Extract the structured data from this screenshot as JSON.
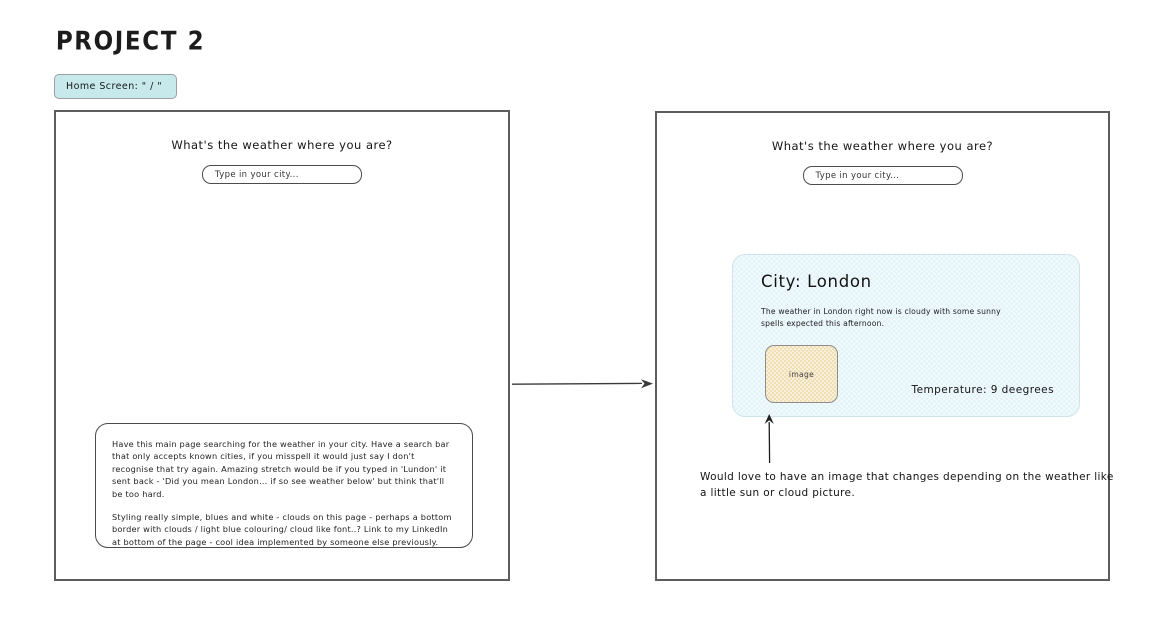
{
  "page": {
    "title": "PROJECT 2"
  },
  "screen_tag": {
    "label": "Home Screen: \" / \""
  },
  "shared": {
    "heading": "What's the weather where you are?",
    "search_placeholder": "Type in your city..."
  },
  "left_panel": {
    "name": "home-screen-wireframe",
    "notes": {
      "paragraph_1": "Have this main page searching for the weather in your city. Have a search bar that only accepts known cities, if you misspell it would just say I don't recognise that try again. Amazing stretch would be if you typed in 'Lundon' it sent back - 'Did you mean London... if so see weather below' but think that'll be too hard.",
      "paragraph_2": "Styling really simple, blues and white - clouds on this page - perhaps a bottom border with clouds / light blue colouring/ cloud like font..? Link to my LinkedIn at bottom of the page - cool idea implemented by someone else previously."
    }
  },
  "right_panel": {
    "name": "weather-result-wireframe",
    "weather_card": {
      "city_label": "City: London",
      "description": "The weather in London right now is cloudy with some sunny spells expected this afternoon.",
      "image_placeholder_label": "image",
      "temperature_label": "Temperature: 9 deegrees"
    },
    "callout": {
      "text": "Would love to have an image that changes depending on the weather like a little sun or cloud picture."
    }
  },
  "colors": {
    "tag_background": "#c7e9ec",
    "panel_border": "#5d5d5d",
    "card_background": "#e3f4f8",
    "image_placeholder": "#f1dfb4"
  }
}
